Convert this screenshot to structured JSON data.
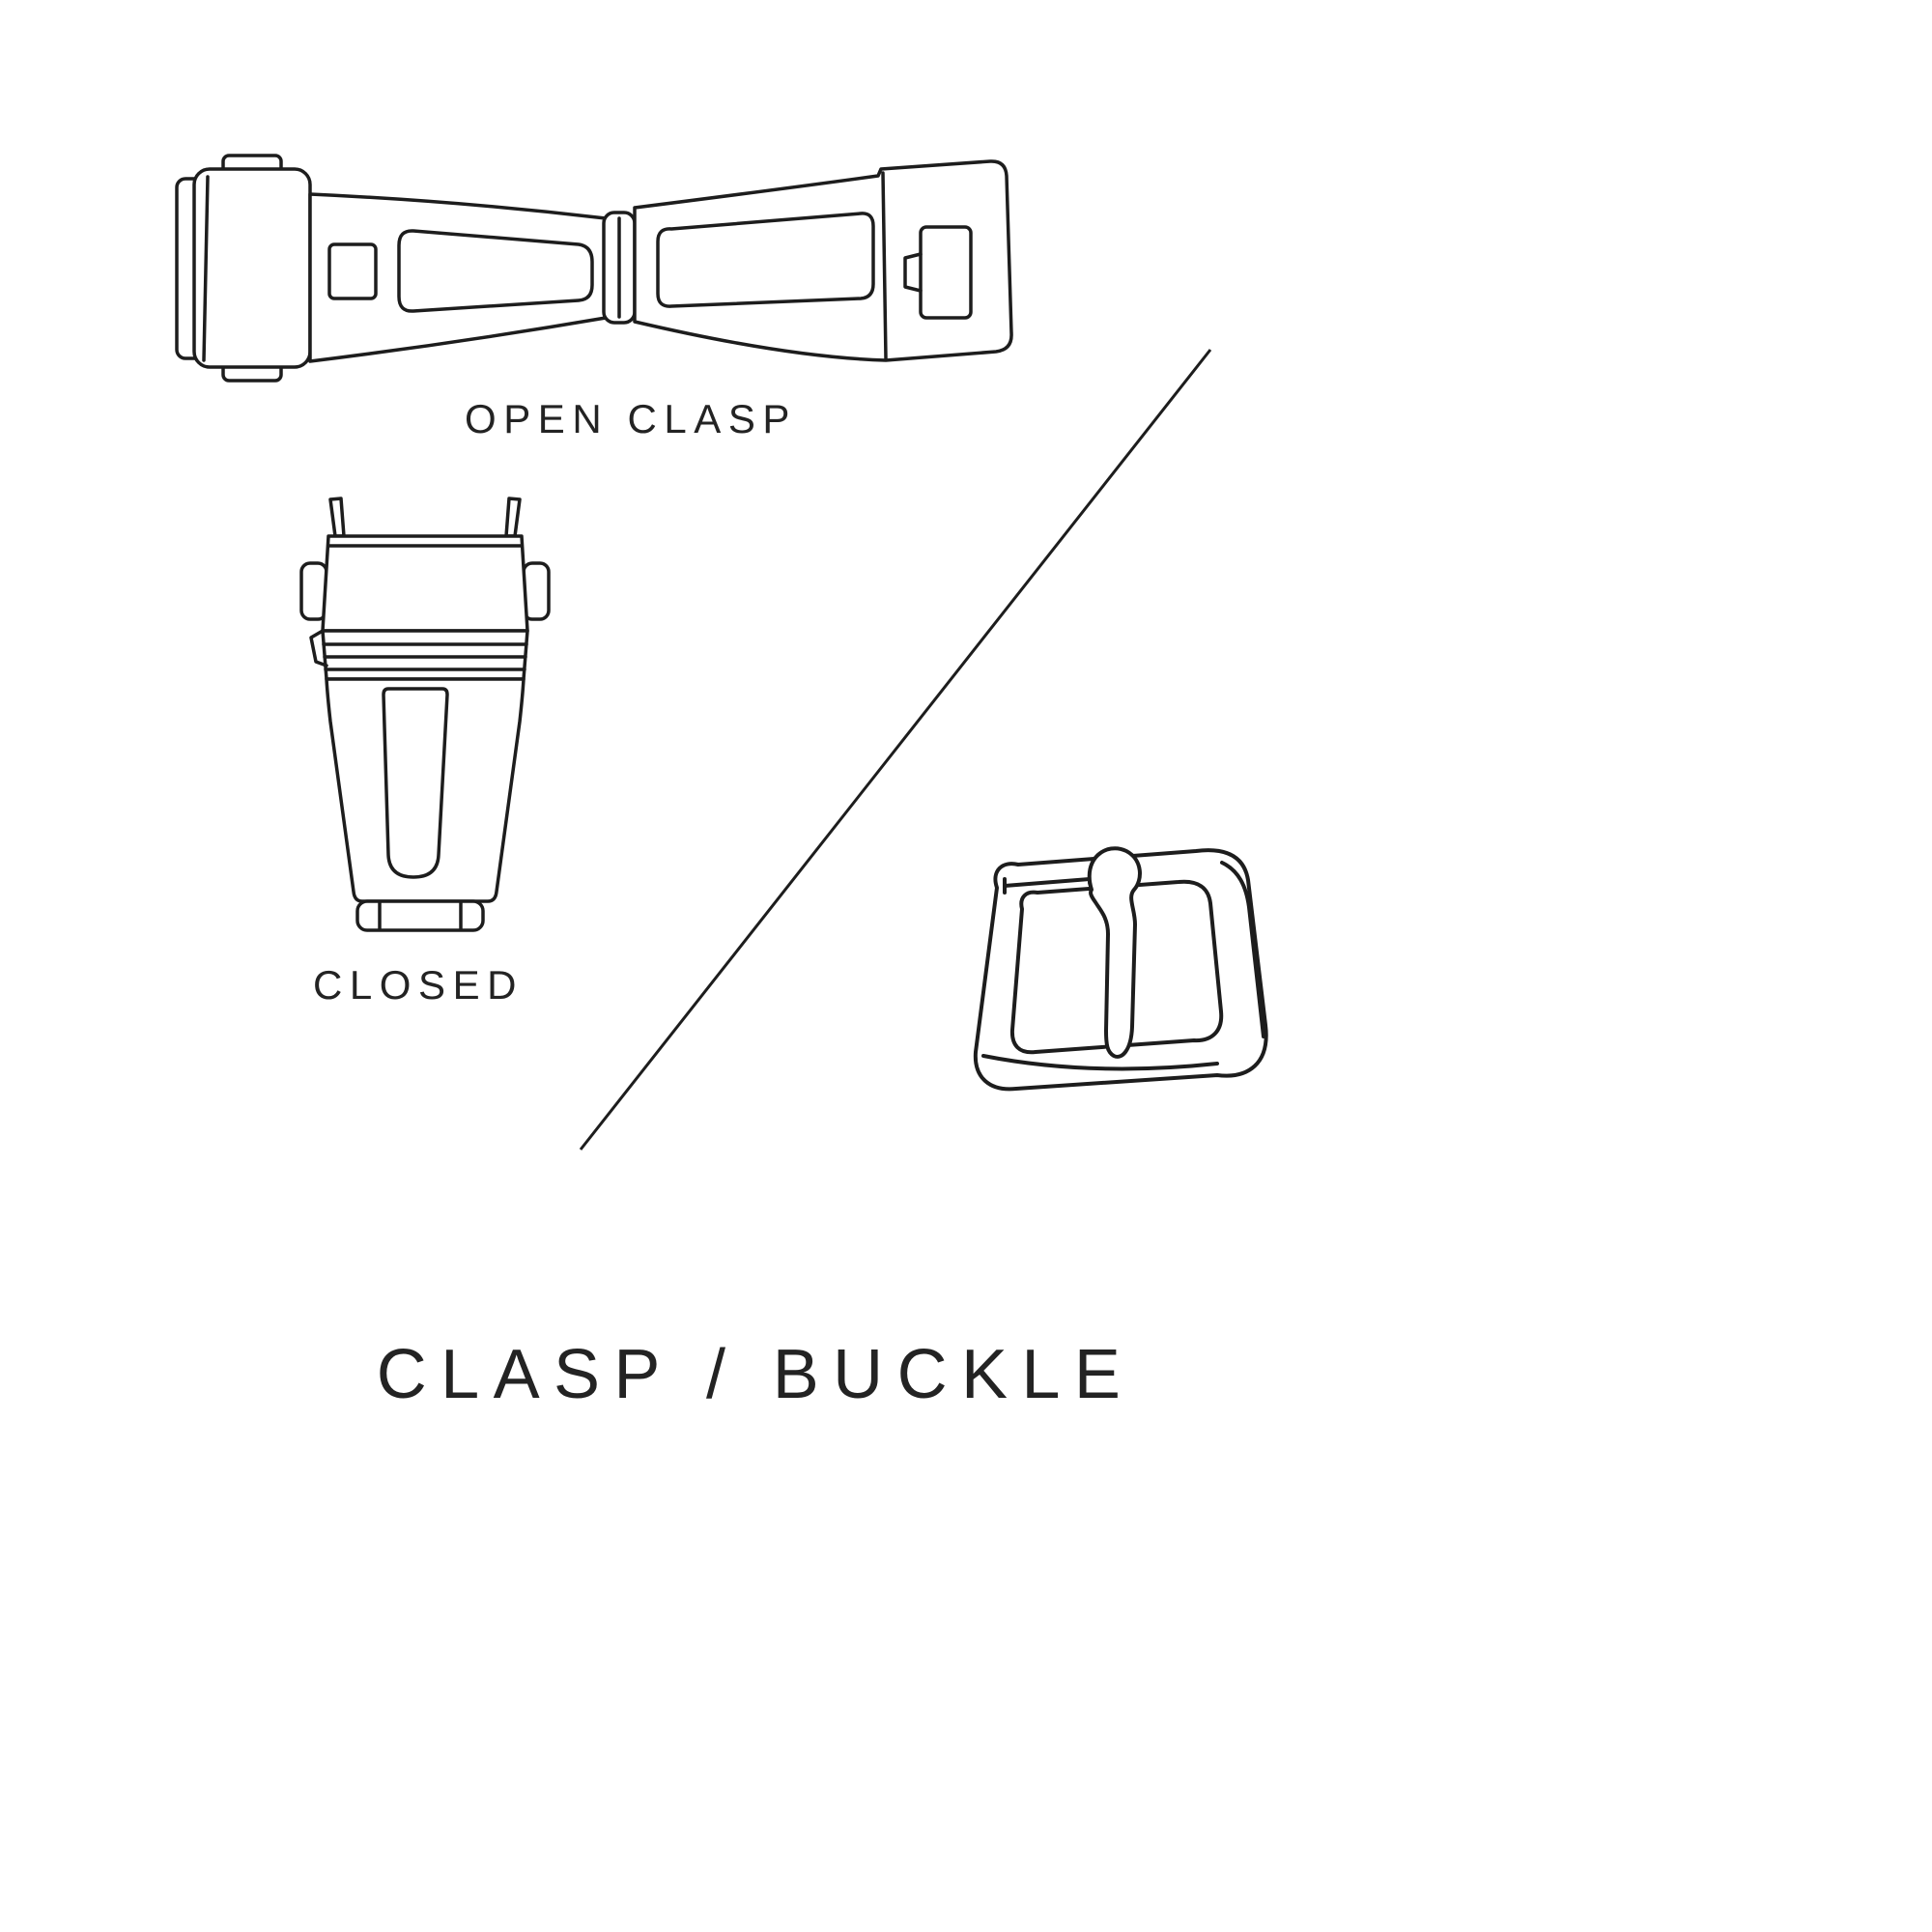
{
  "page": {
    "background_color": "#ffffff",
    "line_color": "#1d1d1d",
    "text_color": "#232323"
  },
  "diagram": {
    "title": "CLASP / BUCKLE",
    "sections": {
      "open_clasp": {
        "label": "OPEN CLASP",
        "illustration": "open-clasp-illustration"
      },
      "closed_clasp": {
        "label": "CLOSED",
        "illustration": "closed-clasp-illustration"
      },
      "buckle": {
        "label": "",
        "illustration": "buckle-illustration"
      }
    },
    "divider": "diagonal-line"
  }
}
